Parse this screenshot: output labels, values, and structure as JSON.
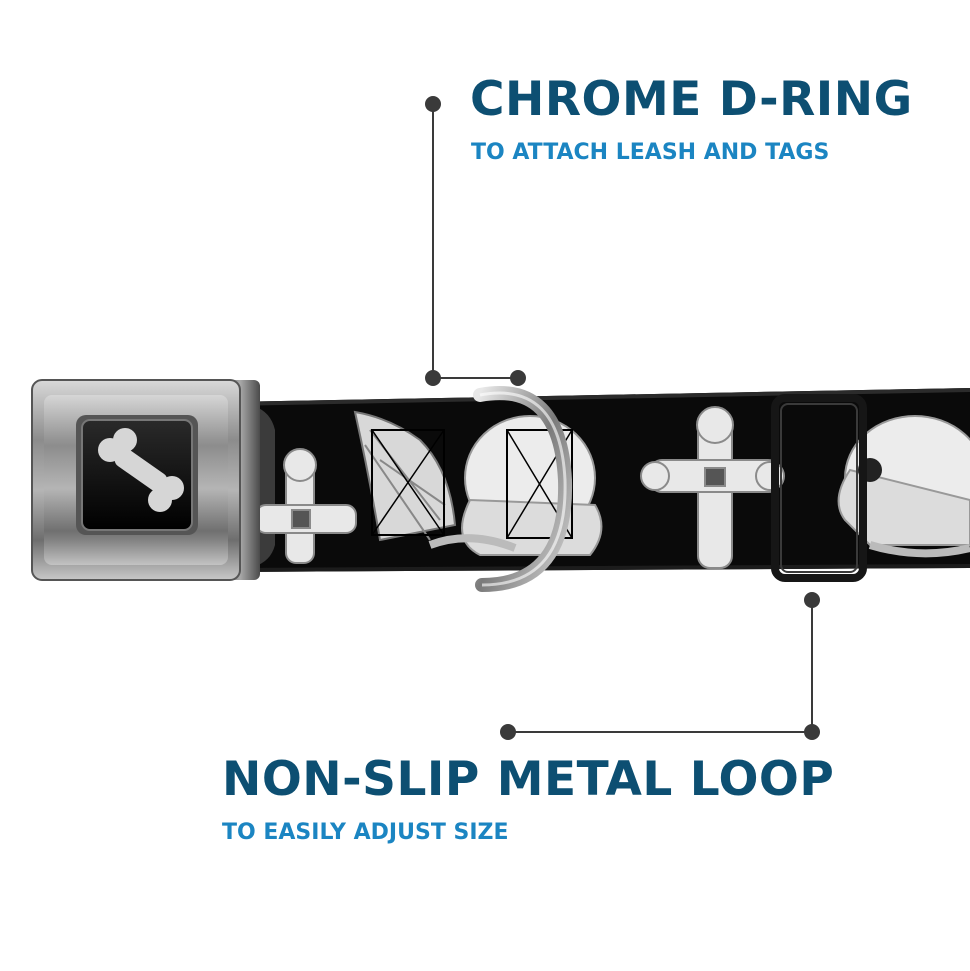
{
  "callouts": {
    "d_ring": {
      "title": "CHROME D-RING",
      "subtitle": "TO ATTACH LEASH AND TAGS"
    },
    "metal_loop": {
      "title": "NON-SLIP METAL LOOP",
      "subtitle": "TO EASILY ADJUST SIZE"
    }
  },
  "colors": {
    "title": "#0d4f72",
    "subtitle": "#1b85c2",
    "leader_line": "#3a3a3a",
    "collar_webbing": "#0a0a0a",
    "buckle_metal": "#9a9a9a",
    "print_art": "#e8e8e8"
  },
  "icons": [
    "bone-icon",
    "skull-icon",
    "cross-icon",
    "wing-icon"
  ]
}
